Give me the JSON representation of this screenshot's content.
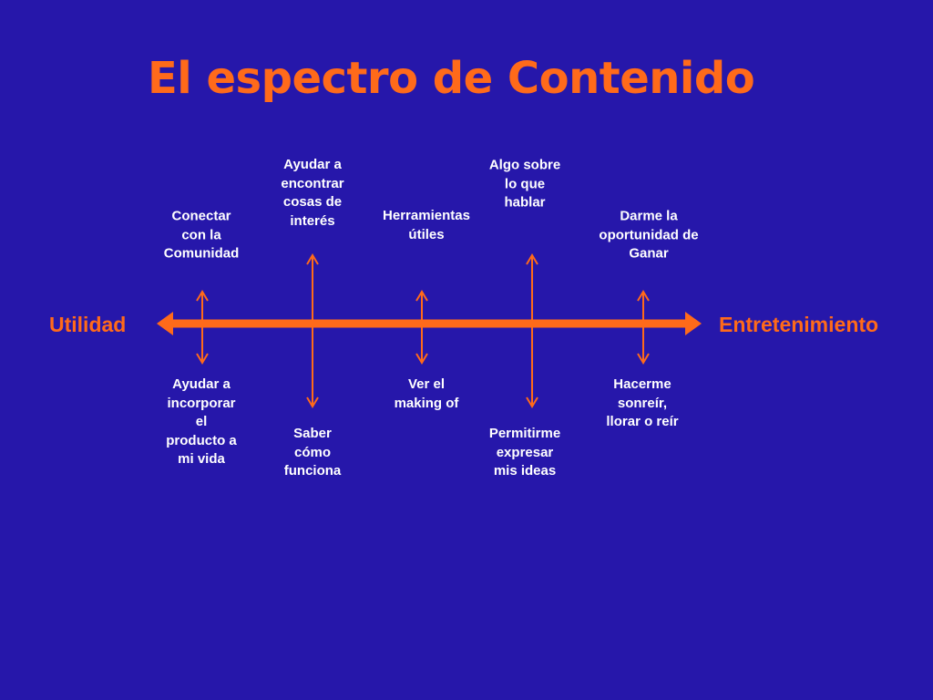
{
  "slide": {
    "title": "El espectro de Contenido",
    "left_label": "Utilidad",
    "right_label": "Entretenimiento"
  },
  "colors": {
    "background": "#2617aa",
    "accent": "#ff6a1a",
    "text": "#ffffff"
  },
  "top_items": [
    {
      "lines": [
        "Conectar",
        "con la",
        "Comunidad"
      ]
    },
    {
      "lines": [
        "Ayudar a",
        "encontrar",
        "cosas de",
        "interés"
      ]
    },
    {
      "lines": [
        "Herramientas",
        "útiles"
      ]
    },
    {
      "lines": [
        "Algo sobre",
        "lo que",
        "hablar"
      ]
    },
    {
      "lines": [
        "Darme la",
        "oportunidad de",
        "Ganar"
      ]
    }
  ],
  "bottom_items": [
    {
      "lines": [
        "Ayudar a",
        "incorporar",
        "el",
        "producto a",
        "mi vida"
      ]
    },
    {
      "lines": [
        "Saber",
        "cómo",
        "funciona"
      ]
    },
    {
      "lines": [
        "Ver el",
        "making of"
      ]
    },
    {
      "lines": [
        "Permitirme",
        "expresar",
        "mis ideas"
      ]
    },
    {
      "lines": [
        "Hacerme",
        "sonreír,",
        "llorar o reír"
      ]
    }
  ]
}
